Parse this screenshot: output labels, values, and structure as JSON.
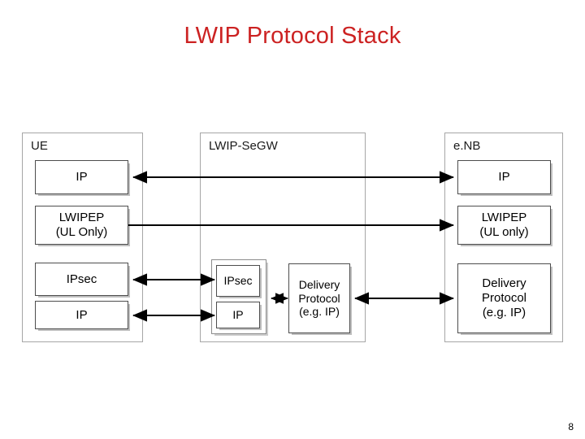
{
  "slide": {
    "title": "LWIP Protocol Stack",
    "title_color": "#cc2222",
    "page_number": "8",
    "background_color": "#ffffff"
  },
  "diagram": {
    "type": "protocol-stack",
    "nodes": [
      {
        "id": "ue",
        "label": "UE",
        "layers": [
          {
            "id": "ue-ip-top",
            "lines": [
              "IP"
            ]
          },
          {
            "id": "ue-lwipep",
            "lines": [
              "LWIPEP",
              "(UL Only)"
            ]
          },
          {
            "id": "ue-ipsec",
            "lines": [
              "IPsec"
            ]
          },
          {
            "id": "ue-ip-bottom",
            "lines": [
              "IP"
            ]
          }
        ]
      },
      {
        "id": "lwip-segw",
        "label": "LWIP-SeGW",
        "layers": [
          {
            "id": "segw-ipsec",
            "lines": [
              "IPsec"
            ]
          },
          {
            "id": "segw-ip",
            "lines": [
              "IP"
            ]
          },
          {
            "id": "segw-delivery",
            "lines": [
              "Delivery",
              "Protocol",
              "(e.g. IP)"
            ]
          }
        ]
      },
      {
        "id": "enb",
        "label": "e.NB",
        "layers": [
          {
            "id": "enb-ip",
            "lines": [
              "IP"
            ]
          },
          {
            "id": "enb-lwipep",
            "lines": [
              "LWIPEP",
              "(UL only)"
            ]
          },
          {
            "id": "enb-delivery",
            "lines": [
              "Delivery",
              "Protocol",
              "(e.g. IP)"
            ]
          }
        ]
      }
    ],
    "connections": [
      {
        "id": "ip-ue-enb",
        "from": "ue-ip-top",
        "to": "enb-ip",
        "direction": "bidirectional"
      },
      {
        "id": "lwipep-ue-enb",
        "from": "ue-lwipep",
        "to": "enb-lwipep",
        "direction": "unidirectional"
      },
      {
        "id": "ipsec-ue-segw",
        "from": "ue-ipsec",
        "to": "segw-ipsec",
        "direction": "bidirectional"
      },
      {
        "id": "ip-ue-segw",
        "from": "ue-ip-bottom",
        "to": "segw-ip",
        "direction": "bidirectional"
      },
      {
        "id": "segw-group-delivery",
        "from": "segw-ipsec-ip-group",
        "to": "segw-delivery",
        "direction": "bidirectional"
      },
      {
        "id": "delivery-segw-enb",
        "from": "segw-delivery",
        "to": "enb-delivery",
        "direction": "bidirectional"
      }
    ]
  }
}
